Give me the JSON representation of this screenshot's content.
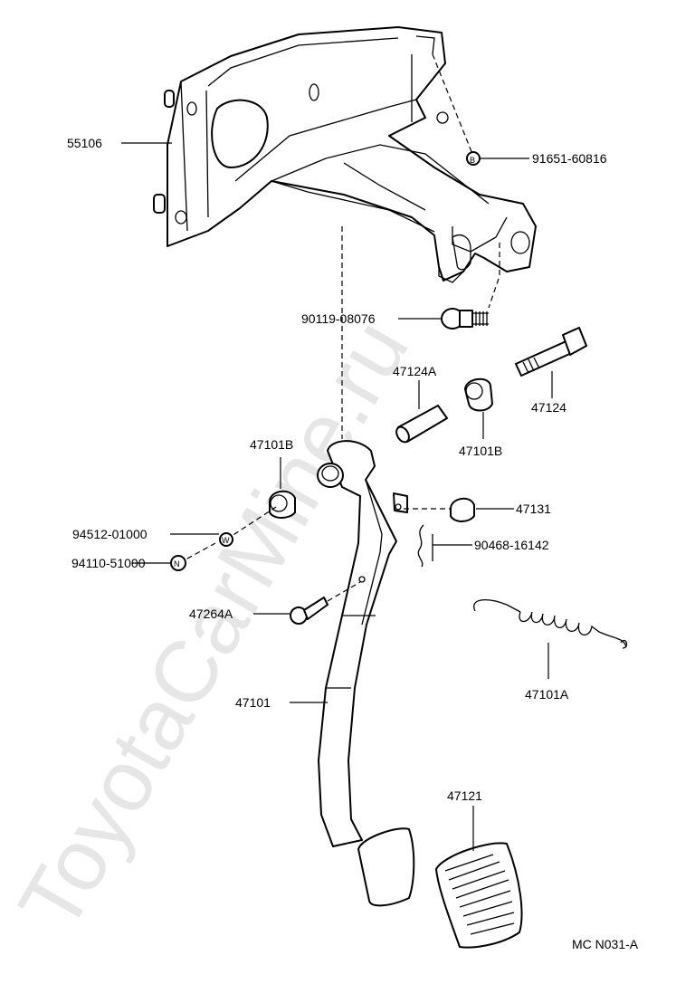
{
  "watermark": "ToyotaCarMine.ru",
  "diagram_code": "MC N031-A",
  "labels": {
    "bracket": "55106",
    "bolt_top": "91651-60816",
    "bolt_small": "90119-08076",
    "pin_bolt": "47124",
    "collar": "47124A",
    "bushing_right": "47101B",
    "bushing_left": "47101B",
    "stop_cushion": "47131",
    "washer": "94512-01000",
    "nut": "94110-51000",
    "clip": "90468-16142",
    "small_bolt": "47264A",
    "spring": "47101A",
    "pedal_arm": "47101",
    "pedal_pad": "47121"
  }
}
